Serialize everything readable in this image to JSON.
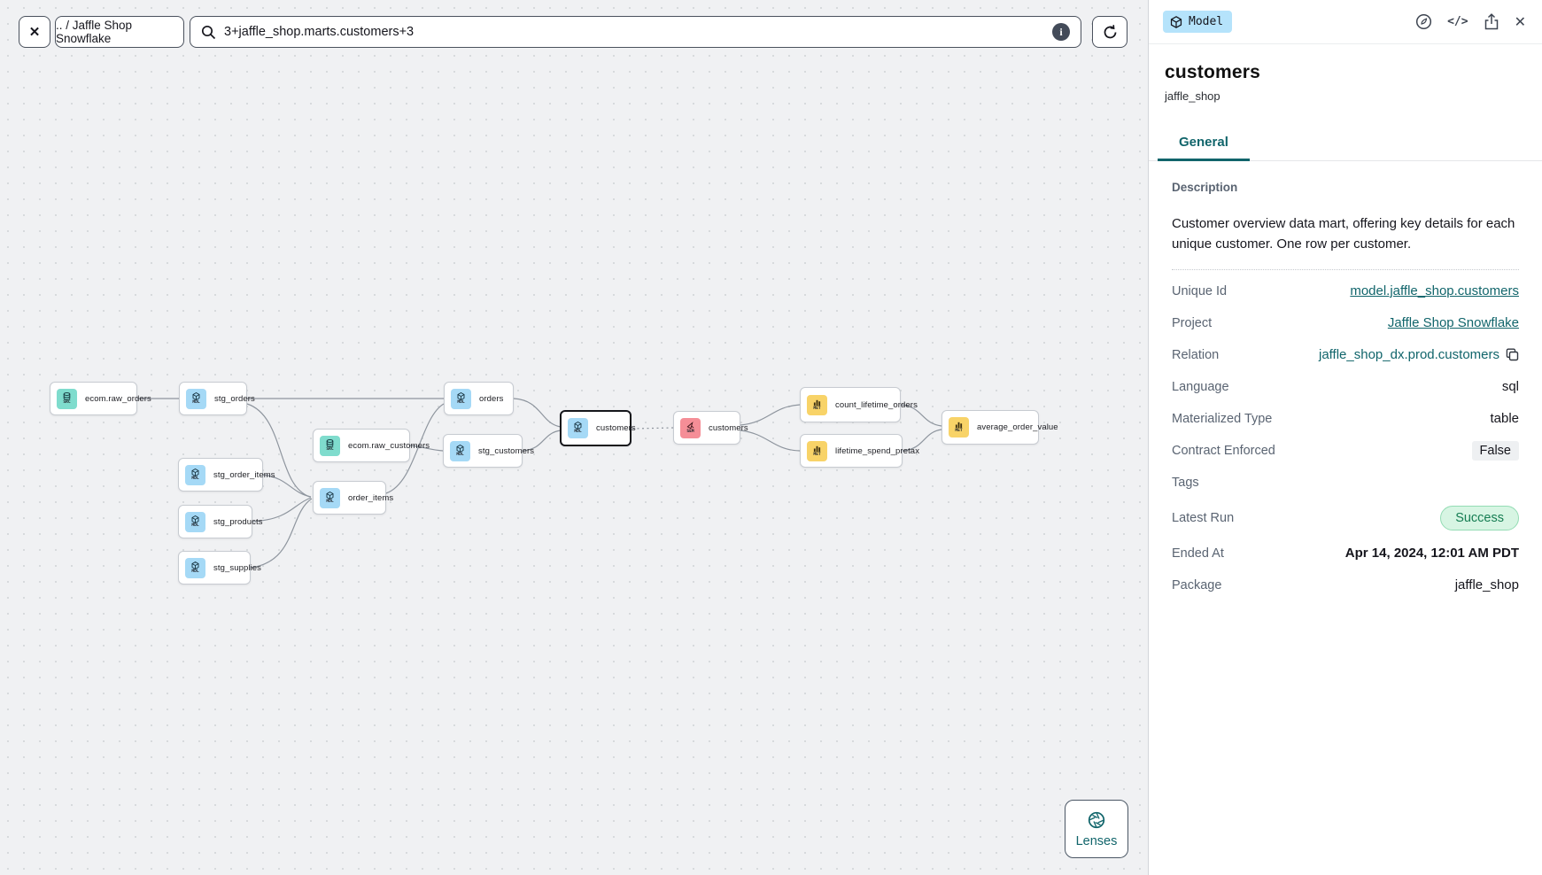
{
  "topbar": {
    "breadcrumb": ".. / Jaffle Shop Snowflake",
    "search_value": "3+jaffle_shop.marts.customers+3"
  },
  "icons": {
    "close": "✕",
    "code": "</>",
    "info": "i"
  },
  "canvas": {
    "lenses_label": "Lenses",
    "badges": {
      "src": "SRC",
      "mdl": "MDL",
      "sem": "SEM",
      "met": "MET"
    },
    "nodes": [
      {
        "label": "ecom.raw_orders",
        "type": "source"
      },
      {
        "label": "stg_orders",
        "type": "model"
      },
      {
        "label": "ecom.raw_customers",
        "type": "source"
      },
      {
        "label": "stg_order_items",
        "type": "model"
      },
      {
        "label": "stg_products",
        "type": "model"
      },
      {
        "label": "stg_supplies",
        "type": "model"
      },
      {
        "label": "order_items",
        "type": "model"
      },
      {
        "label": "orders",
        "type": "model"
      },
      {
        "label": "stg_customers",
        "type": "model"
      },
      {
        "label": "customers",
        "type": "model",
        "selected": true
      },
      {
        "label": "customers",
        "type": "semantic_model"
      },
      {
        "label": "count_lifetime_orders",
        "type": "metric"
      },
      {
        "label": "lifetime_spend_pretax",
        "type": "metric"
      },
      {
        "label": "average_order_value",
        "type": "metric"
      }
    ]
  },
  "panel": {
    "type_badge": "Model",
    "title": "customers",
    "subtitle": "jaffle_shop",
    "tabs": [
      {
        "label": "General",
        "active": true
      }
    ],
    "description": {
      "label": "Description",
      "text": "Customer overview data mart, offering key details for each unique customer. One row per customer."
    },
    "fields": [
      {
        "label": "Unique Id",
        "value": "model.jaffle_shop.customers",
        "type": "link"
      },
      {
        "label": "Project",
        "value": "Jaffle Shop Snowflake",
        "type": "link"
      },
      {
        "label": "Relation",
        "value": "jaffle_shop_dx.prod.customers",
        "type": "copy"
      },
      {
        "label": "Language",
        "value": "sql",
        "type": "text"
      },
      {
        "label": "Materialized Type",
        "value": "table",
        "type": "text"
      },
      {
        "label": "Contract Enforced",
        "value": "False",
        "type": "badge"
      },
      {
        "label": "Tags",
        "value": "",
        "type": "text"
      },
      {
        "label": "Latest Run",
        "value": "Success",
        "type": "pill"
      },
      {
        "label": "Ended At",
        "value": "Apr 14, 2024, 12:01 AM PDT",
        "type": "strong"
      },
      {
        "label": "Package",
        "value": "jaffle_shop",
        "type": "text"
      }
    ]
  },
  "colors": {
    "accent_teal": "#11656b",
    "edge_gray": "#8e959e",
    "badge_source": "#7fdccd",
    "badge_model": "#a5d9f6",
    "badge_semantic": "#f58e97",
    "badge_metric": "#f8d368",
    "type_badge_bg": "#b5e3fb",
    "success_bg": "#d7f5e3",
    "success_text": "#157d52",
    "canvas_bg": "#f0f1f3"
  }
}
